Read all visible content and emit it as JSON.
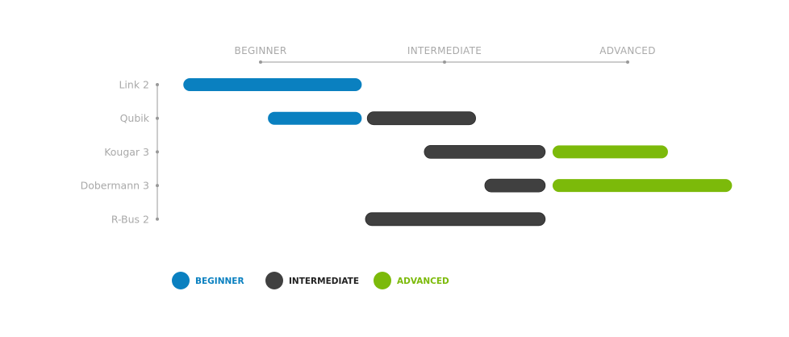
{
  "chart_data": {
    "type": "bar",
    "scale_levels": [
      "BEGINNER",
      "INTERMEDIATE",
      "ADVANCED"
    ],
    "categories": [
      "Link 2",
      "Qubik",
      "Kougar 3",
      "Dobermann 3",
      "R-Bus 2"
    ],
    "segments": [
      {
        "row": 0,
        "level": 0,
        "start": 0.58,
        "end": 1.55
      },
      {
        "row": 1,
        "level": 0,
        "start": 1.04,
        "end": 1.55
      },
      {
        "row": 1,
        "level": 1,
        "start": 1.58,
        "end": 2.17
      },
      {
        "row": 2,
        "level": 1,
        "start": 1.89,
        "end": 2.55
      },
      {
        "row": 2,
        "level": 2,
        "start": 2.59,
        "end": 3.22
      },
      {
        "row": 3,
        "level": 1,
        "start": 2.22,
        "end": 2.55
      },
      {
        "row": 3,
        "level": 2,
        "start": 2.59,
        "end": 3.57
      },
      {
        "row": 4,
        "level": 1,
        "start": 1.57,
        "end": 2.55
      }
    ],
    "legend": [
      {
        "label": "BEGINNER",
        "color": "#0a80c0"
      },
      {
        "label": "INTERMEDIATE",
        "color": "#404040"
      },
      {
        "label": "ADVANCED",
        "color": "#7cba0a"
      }
    ],
    "axis_color": "#999999",
    "legend_position": "bottom-left"
  }
}
